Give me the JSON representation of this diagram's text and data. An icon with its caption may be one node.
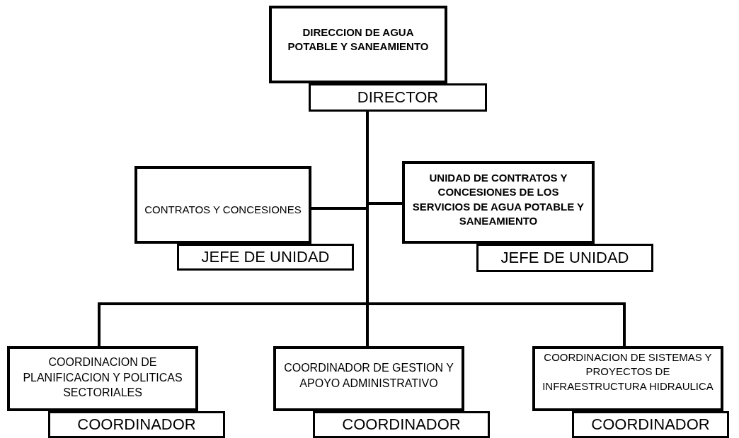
{
  "diagram": {
    "nodes": [
      {
        "text": [
          "DIRECCION DE AGUA POTABLE Y SANEAMIENTO"
        ]
      },
      {
        "text": [
          "DIRECTOR"
        ]
      },
      {
        "text": [
          "CONTRATOS Y CONCESIONES"
        ]
      },
      {
        "text": [
          "JEFE DE UNIDAD"
        ]
      },
      {
        "text": [
          "UNIDAD DE CONTRATOS Y CONCESIONES DE LOS SERVICIOS DE AGUA POTABLE Y SANEAMIENTO"
        ]
      },
      {
        "text": [
          "JEFE DE UNIDAD"
        ]
      },
      {
        "text": [
          "COORDINACION DE PLANIFICACION Y POLITICAS SECTORIALES"
        ]
      },
      {
        "text": [
          "COORDINADOR"
        ]
      },
      {
        "text": [
          "COORDINADOR DE GESTION Y APOYO ADMINISTRATIVO"
        ]
      },
      {
        "text": [
          "COORDINADOR"
        ]
      },
      {
        "text": [
          "COORDINACION DE SISTEMAS Y PROYECTOS DE INFRAESTRUCTURA HIDRAULICA"
        ]
      },
      {
        "text": [
          "COORDINADOR"
        ]
      }
    ],
    "edges": [
      {
        "from": 1,
        "to": 2,
        "arrow": "none"
      },
      {
        "from": 1,
        "to": 4,
        "arrow": "none"
      },
      {
        "from": 1,
        "to": 6,
        "arrow": "none"
      },
      {
        "from": 1,
        "to": 8,
        "arrow": "none"
      },
      {
        "from": 1,
        "to": 10,
        "arrow": "none"
      }
    ]
  }
}
